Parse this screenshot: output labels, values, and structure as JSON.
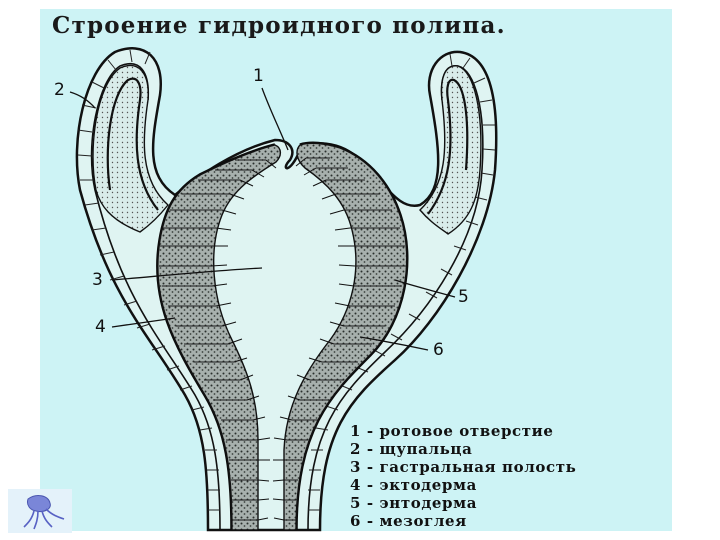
{
  "title": "Строение гидроидного полипа.",
  "labels": {
    "n1": "1",
    "n2": "2",
    "n3": "3",
    "n4": "4",
    "n5": "5",
    "n6": "6"
  },
  "legend": [
    "1 - ротовое отверстие",
    "2 - щупальца",
    "3 - гастральная полость",
    "4 - эктодерма",
    "5 - энтодерма",
    "6 - мезоглея"
  ],
  "colors": {
    "background": "#cdf3f5",
    "outline": "#111111",
    "endoderm_fill": "#7f8a86"
  },
  "icons": [
    "hydra-corner-icon"
  ]
}
